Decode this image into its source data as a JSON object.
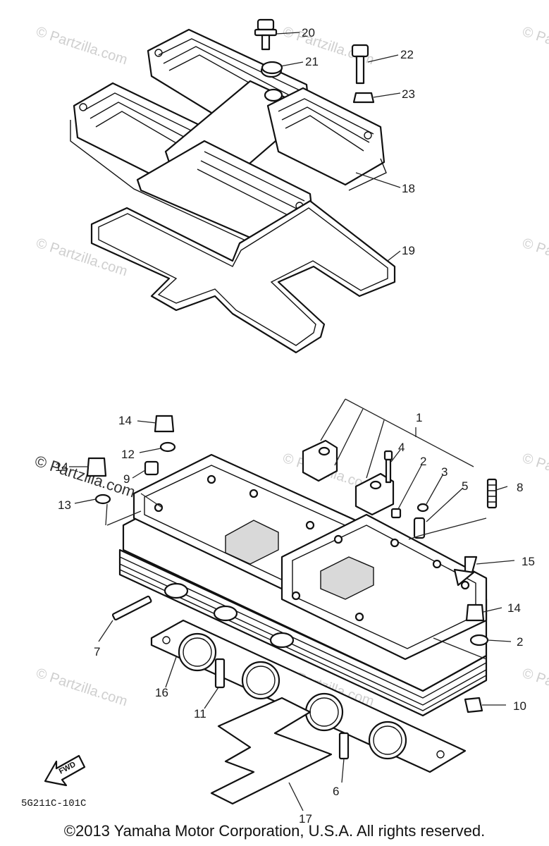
{
  "callouts": {
    "c20": "20",
    "c21": "21",
    "c22": "22",
    "c23": "23",
    "c18": "18",
    "c19": "19",
    "c1": "1",
    "c4": "4",
    "c2a": "2",
    "c3": "3",
    "c5": "5",
    "c8": "8",
    "c14a": "14",
    "c12": "12",
    "c9": "9",
    "c13": "13",
    "c14b": "14",
    "c15": "15",
    "c14c": "14",
    "c2b": "2",
    "c7": "7",
    "c16": "16",
    "c11": "11",
    "c10": "10",
    "c6": "6",
    "c17": "17"
  },
  "watermark": "© Partzilla.com",
  "diagram_code": "5G211C-101C",
  "fwd_label": "FWD",
  "copyright": "©2013 Yamaha Motor Corporation, U.S.A. All rights reserved."
}
